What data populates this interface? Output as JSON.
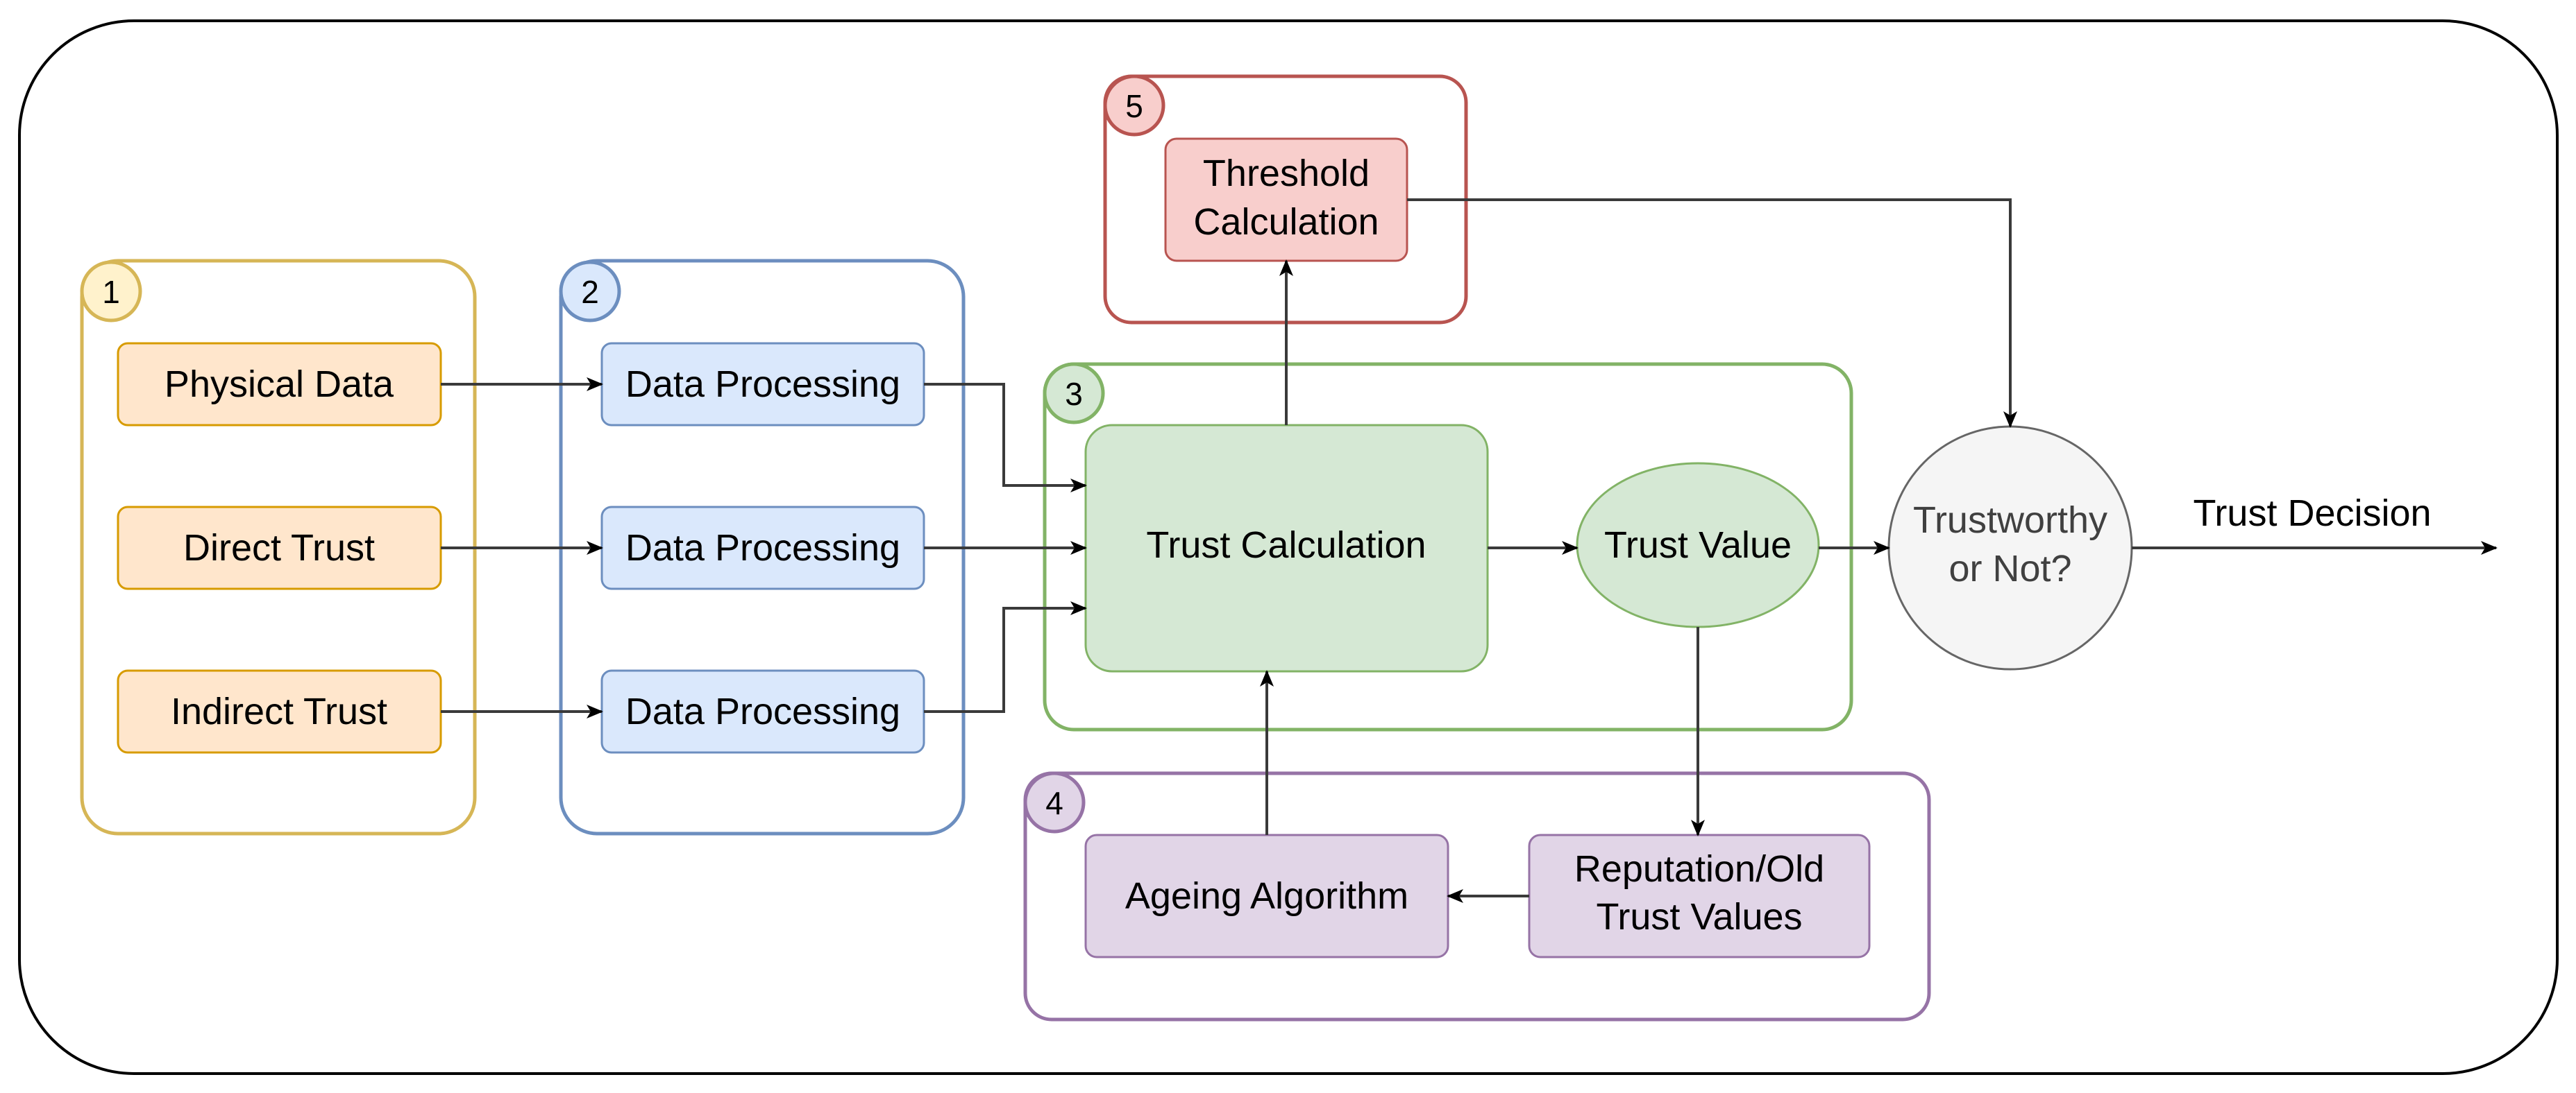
{
  "colors": {
    "group1": "#D6B656",
    "group1_fill": "#FFF2CC",
    "group2": "#6C8EBF",
    "group2_fill": "#DAE8FC",
    "group3": "#82B366",
    "group3_fill": "#D5E8D4",
    "group4": "#9673A6",
    "group4_fill": "#E1D5E7",
    "group5": "#B85450",
    "group5_fill": "#F8CECC",
    "input_fill": "#FFE6CC",
    "input_stroke": "#D79B00",
    "decision_fill": "#F5F5F5",
    "decision_stroke": "#666666"
  },
  "groups": {
    "g1": {
      "number": "1"
    },
    "g2": {
      "number": "2"
    },
    "g3": {
      "number": "3"
    },
    "g4": {
      "number": "4"
    },
    "g5": {
      "number": "5"
    }
  },
  "inputs": {
    "physical": "Physical Data",
    "direct": "Direct Trust",
    "indirect": "Indirect Trust"
  },
  "processing": {
    "p1": "Data Processing",
    "p2": "Data Processing",
    "p3": "Data Processing"
  },
  "trust_calc": "Trust Calculation",
  "trust_value": "Trust Value",
  "threshold": {
    "line1": "Threshold",
    "line2": "Calculation"
  },
  "ageing": "Ageing Algorithm",
  "reputation": {
    "line1": "Reputation/Old",
    "line2": "Trust Values"
  },
  "decision": {
    "line1": "Trustworthy",
    "line2": "or Not?"
  },
  "output_label": "Trust Decision"
}
